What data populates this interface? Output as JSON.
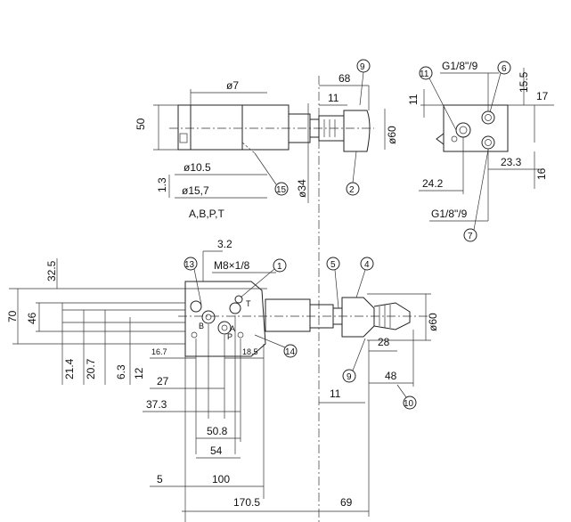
{
  "top_view": {
    "dims": {
      "d7": "ø7",
      "h50": "50",
      "d10_5": "ø10.5",
      "d15_7": "ø15,7",
      "v1_3": "1.3",
      "ports": "A,B,P,T",
      "d34": "ø34",
      "w68": "68",
      "w11": "11",
      "d60": "ø60"
    },
    "callouts": {
      "c9": "9",
      "c15": "15",
      "c2": "2"
    }
  },
  "side_view": {
    "dims": {
      "g1_top": "G1/8\"/9",
      "h15_5": "15.5",
      "w17": "17",
      "h11": "11",
      "w23_3": "23.3",
      "w24_2": "24.2",
      "v16": "16",
      "g1_bottom": "G1/8\"/9"
    },
    "callouts": {
      "c11": "11",
      "c6": "6",
      "c7": "7"
    }
  },
  "front_view": {
    "dims": {
      "w3_2": "3.2",
      "m8": "M8×1/8",
      "v32_5": "32.5",
      "v70": "70",
      "v46": "46",
      "h16_7": "16.7",
      "h18_5": "18.5",
      "v21_4": "21.4",
      "v20_7": "20.7",
      "v6_3": "6.3",
      "v12": "12",
      "h27": "27",
      "h37_3": "37.3",
      "h50_8": "50.8",
      "h54": "54",
      "h5": "5",
      "h100": "100",
      "h170_5": "170.5",
      "h69": "69",
      "h11": "11",
      "h28": "28",
      "h48": "48",
      "d60": "ø60"
    },
    "port_labels": {
      "a": "A",
      "b": "B",
      "p": "P",
      "t": "T"
    },
    "callouts": {
      "c13": "13",
      "c1": "1",
      "c5": "5",
      "c4": "4",
      "c14": "14",
      "c9": "9",
      "c10": "10"
    }
  }
}
